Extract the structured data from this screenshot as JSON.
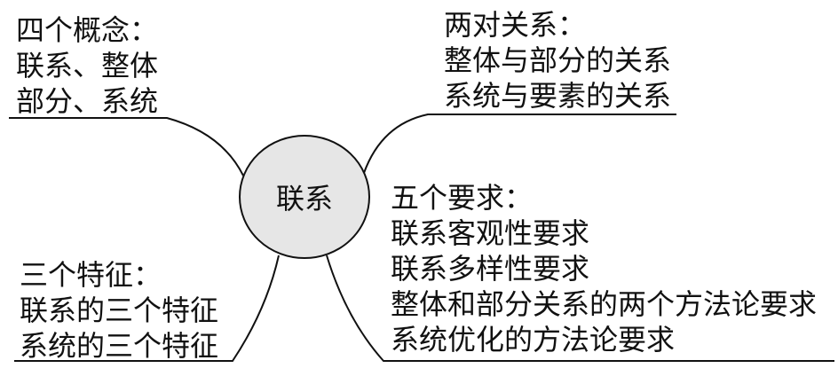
{
  "center": {
    "label": "联系",
    "fill": "#e6e6e6"
  },
  "branches": {
    "top_left": {
      "title": "四个概念：",
      "lines": [
        "联系、整体",
        "部分、系统"
      ]
    },
    "top_right": {
      "title": "两对关系：",
      "lines": [
        "整体与部分的关系",
        "系统与要素的关系"
      ]
    },
    "bottom_left": {
      "title": "三个特征：",
      "lines": [
        "联系的三个特征",
        "系统的三个特征"
      ]
    },
    "bottom_right": {
      "title": "五个要求：",
      "lines": [
        "联系客观性要求",
        "联系多样性要求",
        "整体和部分关系的两个方法论要求",
        "系统优化的方法论要求"
      ]
    }
  }
}
